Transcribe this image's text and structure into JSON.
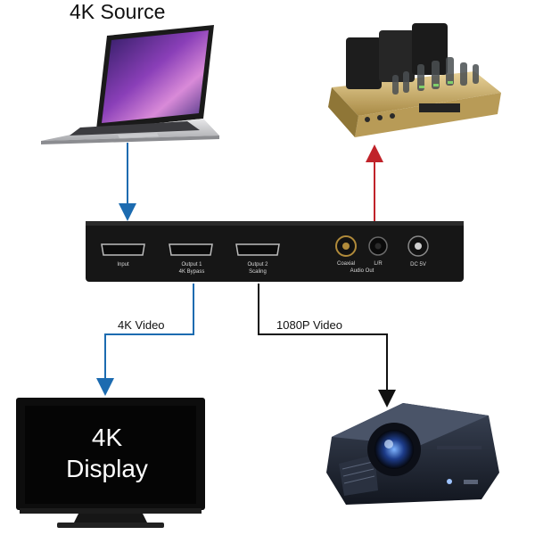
{
  "source": {
    "title": "4K Source"
  },
  "splitter": {
    "ports": {
      "input": "Input",
      "output1_line1": "Output 1",
      "output1_line2": "4K Bypass",
      "output2_line1": "Output 2",
      "output2_line2": "Scaling",
      "coaxial": "Coaxial",
      "lr": "L/R",
      "audio_out": "Audio Out",
      "dc": "DC 5V"
    }
  },
  "links": {
    "video_4k": "4K Video",
    "video_1080p": "1080P Video"
  },
  "display": {
    "line1": "4K",
    "line2": "Display"
  },
  "colors": {
    "blue_arrow": "#1c6bb0",
    "red_arrow": "#c0232a",
    "black_arrow": "#111111"
  },
  "icons": [
    "laptop-icon",
    "amplifier-icon",
    "splitter-device",
    "tv-icon",
    "projector-icon"
  ]
}
